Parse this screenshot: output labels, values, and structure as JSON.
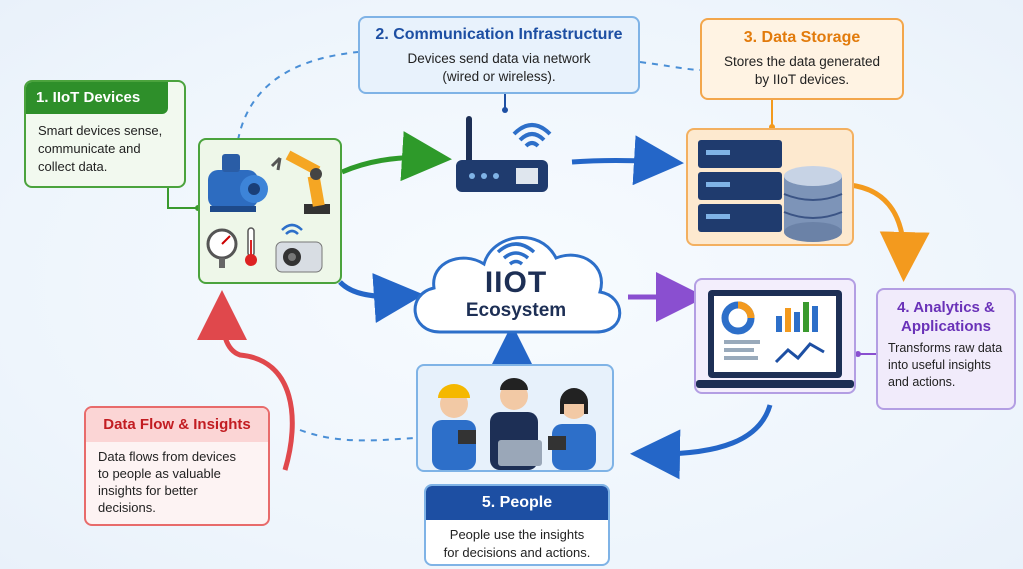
{
  "cards": {
    "devices": {
      "title": "1. IIoT Devices",
      "text": "Smart devices sense,\ncommunicate and\ncollect data."
    },
    "communication": {
      "title": "2. Communication Infrastructure",
      "text": "Devices send data via network\n(wired or wireless)."
    },
    "storage": {
      "title": "3. Data Storage",
      "text": "Stores the data generated\nby IIoT devices."
    },
    "analytics": {
      "title": "4. Analytics &\nApplications",
      "text": "Transforms raw data\ninto useful insights\nand actions."
    },
    "people": {
      "title": "5. People",
      "text": "People use the insights\nfor decisions and actions."
    },
    "dataflow": {
      "title": "Data Flow & Insights",
      "text": "Data flows from devices\nto people as valuable\ninsights for better\ndecisions."
    }
  },
  "cloud": {
    "line1": "IIOT",
    "line2": "Ecosystem"
  },
  "colors": {
    "green": "#3a9a2e",
    "blue": "#2d6fc9",
    "orange": "#f39a1e",
    "purple": "#8a4fd0",
    "navy": "#1d4fa3",
    "red": "#e0484c"
  }
}
